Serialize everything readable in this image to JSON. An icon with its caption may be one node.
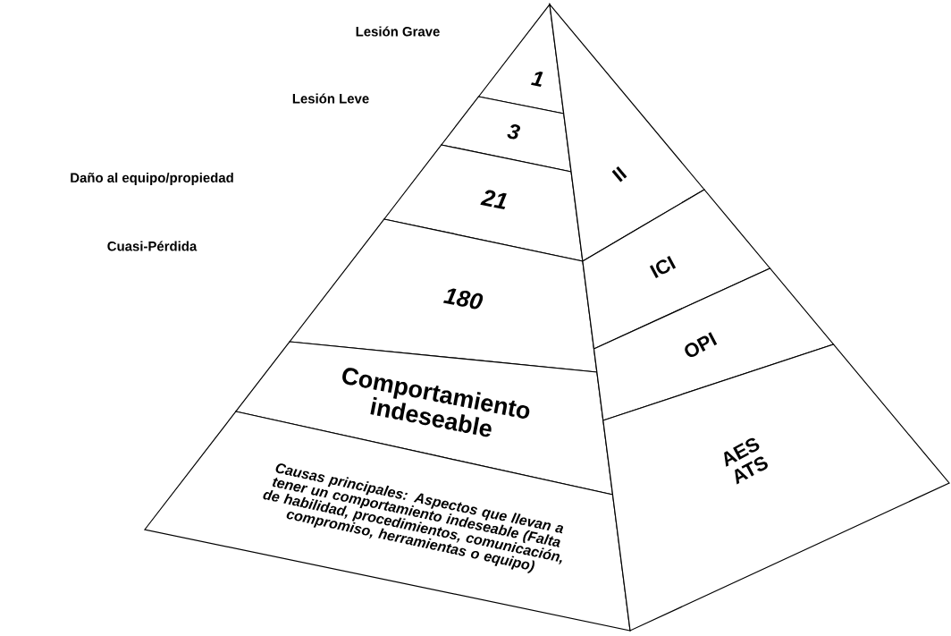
{
  "diagram": {
    "nodes": [
      {
        "text": [
          "1"
        ]
      },
      {
        "text": [
          "3"
        ]
      },
      {
        "text": [
          "21"
        ]
      },
      {
        "text": [
          "180"
        ]
      },
      {
        "text": [
          "Comportamiento indeseable"
        ]
      },
      {
        "text": [
          "Causas principales: Aspectos que llevan a tener un comportamiento indeseable (Falta de habilidad, procedimientos, comunicación, compromiso, herramientas o equipo)"
        ]
      },
      {
        "text": [
          "II"
        ]
      },
      {
        "text": [
          "ICI"
        ]
      },
      {
        "text": [
          "OPI"
        ]
      },
      {
        "text": [
          "AES ATS"
        ]
      }
    ],
    "labels": [
      "Lesión Grave",
      "Lesión Leve",
      "Daño al equipo/propiedad",
      "Cuasi-Pérdida"
    ]
  }
}
